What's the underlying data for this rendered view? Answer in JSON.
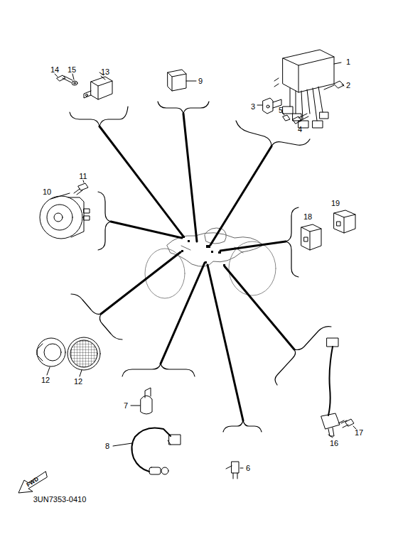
{
  "diagram": {
    "labels": [
      "14",
      "15",
      "13",
      "9",
      "1",
      "2",
      "3",
      "5",
      "4",
      "11",
      "10",
      "18",
      "19",
      "12",
      "12",
      "7",
      "8",
      "6",
      "17",
      "16",
      "FWD",
      "3UN7353-0410"
    ]
  }
}
